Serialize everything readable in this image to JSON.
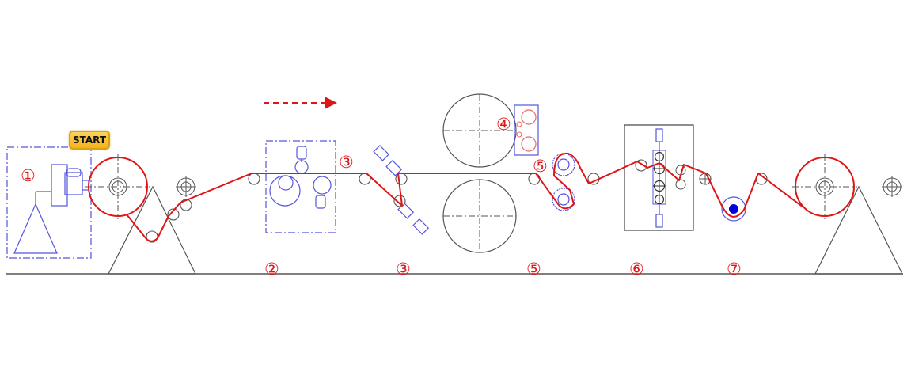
{
  "start_button": {
    "label": "START"
  },
  "markers": [
    "①",
    "②",
    "③",
    "③",
    "④",
    "⑤",
    "⑤",
    "⑥",
    "⑦"
  ],
  "colors": {
    "web": "#e01515",
    "equipment": "#5555dd",
    "frame": "#555555",
    "start_fill": "#f5bd2a",
    "start_border": "#d9a310"
  },
  "icons": {
    "flow_direction": "dashed-arrow-right-icon"
  }
}
